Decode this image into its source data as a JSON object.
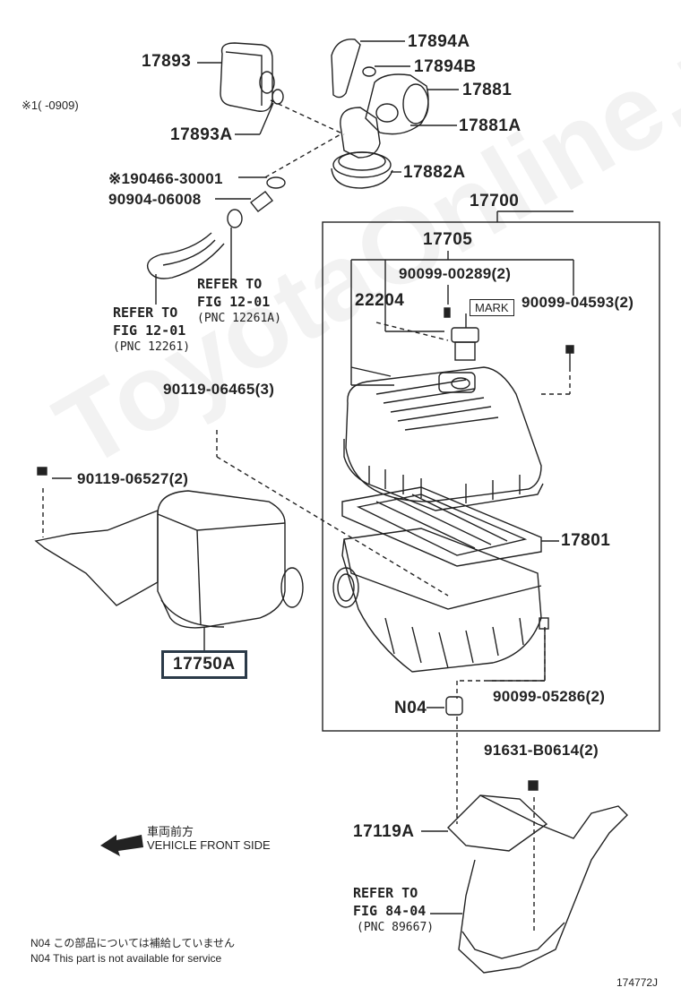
{
  "parts": {
    "p17893": "17893",
    "p17893A": "17893A",
    "p17894A": "17894A",
    "p17894B": "17894B",
    "p17881": "17881",
    "p17881A": "17881A",
    "p17882A": "17882A",
    "p90466": "※190466-30001",
    "p90904": "90904-06008",
    "p17700": "17700",
    "p17705": "17705",
    "p22204": "22204",
    "p90099_289": "90099-00289(2)",
    "p90099_4593": "90099-04593(2)",
    "p90119_6465": "90119-06465(3)",
    "p90119_6527": "90119-06527(2)",
    "p17801": "17801",
    "p17750A": "17750A",
    "pN04": "N04",
    "p90099_5286": "90099-05286(2)",
    "p91631": "91631-B0614(2)",
    "p17119A": "17119A"
  },
  "refs": {
    "ref1_line1": "REFER TO",
    "ref1_line2": "FIG 12-01",
    "ref1_line3": "(PNC 12261A)",
    "ref2_line1": "REFER TO",
    "ref2_line2": "FIG 12-01",
    "ref2_line3": "(PNC 12261)",
    "ref3_line1": "REFER TO",
    "ref3_line2": "FIG 84-04",
    "ref3_line3": "(PNC 89667)"
  },
  "notes": {
    "range_note": "※1(      -0909)",
    "mark_label": "MARK",
    "front_jp": "車両前方",
    "front_en": "VEHICLE FRONT SIDE",
    "n04_jp": "N04  この部品については補給していません",
    "n04_en": "N04  This part is not available for service",
    "figure_id": "174772J",
    "watermark": "ToyotaOnline.ru"
  }
}
